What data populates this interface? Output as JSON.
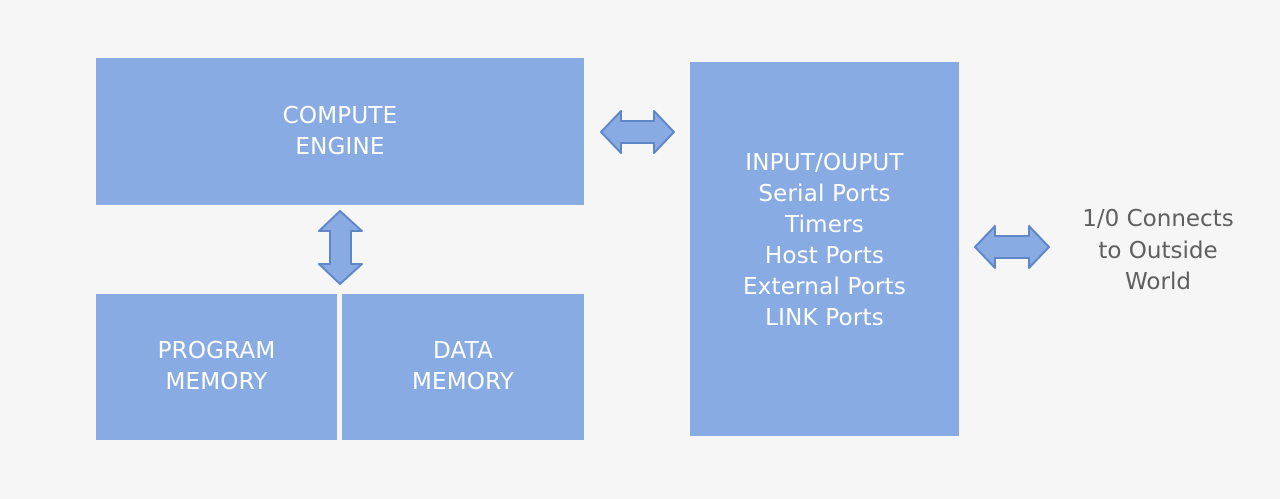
{
  "compute_engine": {
    "lines": [
      "COMPUTE",
      "ENGINE"
    ]
  },
  "program_memory": {
    "lines": [
      "PROGRAM",
      "MEMORY"
    ]
  },
  "data_memory": {
    "lines": [
      "DATA",
      "MEMORY"
    ]
  },
  "io_block": {
    "lines": [
      "INPUT/OUPUT",
      "Serial Ports",
      "Timers",
      "Host Ports",
      "External Ports",
      "LINK Ports"
    ]
  },
  "outside": {
    "lines": [
      "1/0 Connects",
      "to Outside",
      "World"
    ]
  },
  "colors": {
    "background": "#f6f6f6",
    "block_fill": "#88abe3",
    "arrow_stroke": "#5f86c6",
    "block_text": "#ffffff",
    "outside_text": "#5f5f5f"
  }
}
